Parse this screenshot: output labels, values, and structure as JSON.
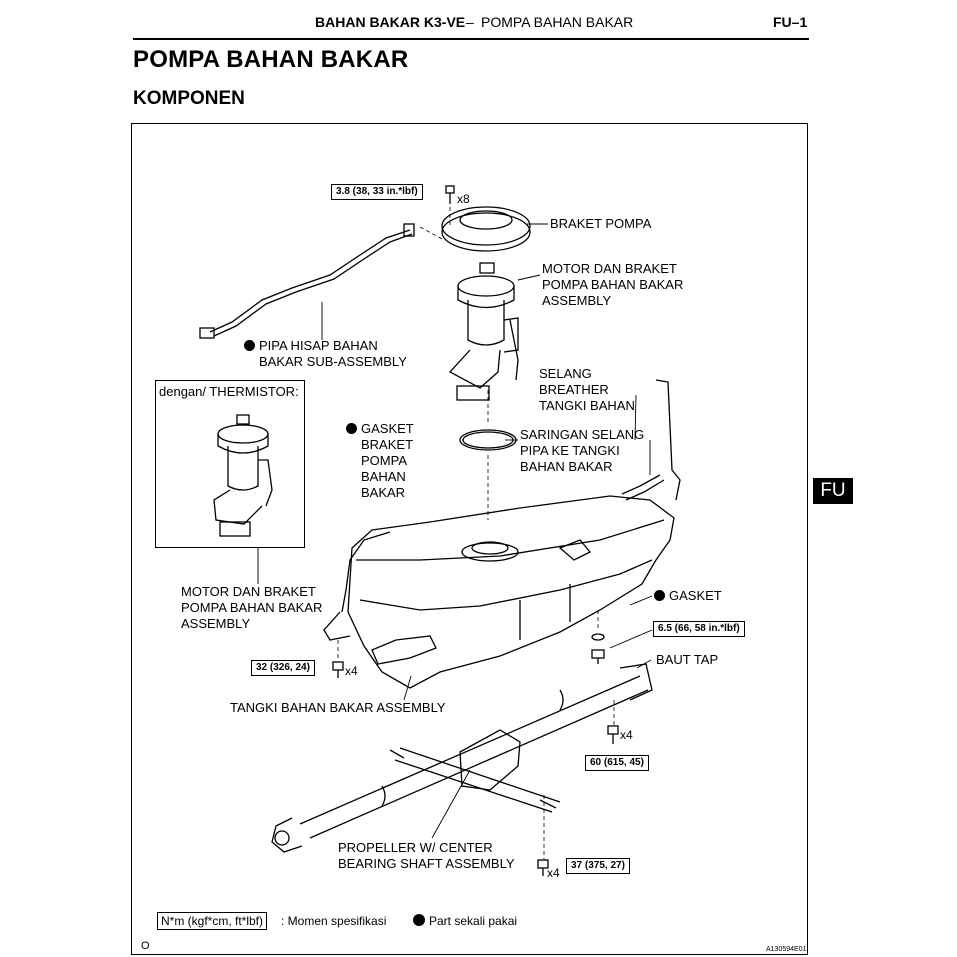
{
  "header": {
    "section": "BAHAN BAKAR K3-VE",
    "separator": "–",
    "topic": "POMPA BAHAN BAKAR",
    "page_code": "FU–1"
  },
  "title": "POMPA BAHAN BAKAR",
  "subtitle": "KOMPONEN",
  "side_tab": "FU",
  "labels": {
    "braket_pompa": "BRAKET POMPA",
    "motor_assembly": "MOTOR DAN BRAKET\nPOMPA BAHAN BAKAR\nASSEMBLY",
    "pipa_hisap": "PIPA HISAP BAHAN\nBAKAR SUB-ASSEMBLY",
    "selang_breather": "SELANG\nBREATHER\nTANGKI BAHAN",
    "saringan_selang": "SARINGAN SELANG\nPIPA KE TANGKI\nBAHAN BAKAR",
    "gasket_braket": "GASKET\nBRAKET\nPOMPA\nBAHAN\nBAKAR",
    "motor_assembly_inset": "MOTOR DAN BRAKET\nPOMPA BAHAN BAKAR\nASSEMBLY",
    "gasket": "GASKET",
    "baut_tap": "BAUT TAP",
    "tangki": "TANGKI BAHAN BAKAR ASSEMBLY",
    "propeller": "PROPELLER W/ CENTER\nBEARING SHAFT ASSEMBLY"
  },
  "inset_title": "dengan/ THERMISTOR:",
  "torques": {
    "t1": "3.8 (38, 33 in.*lbf)",
    "t2": "6.5 (66, 58 in.*lbf)",
    "t3": "32 (326, 24)",
    "t4": "60 (615, 45)",
    "t5": "37 (375, 27)"
  },
  "quantities": {
    "q_pump_bolts": "x8",
    "q_tank_bolts": "x4",
    "q_shaft_bolts": "x4",
    "q_bearing_bolts": "x4"
  },
  "legend": {
    "unit_box": "N*m (kgf*cm, ft*lbf)",
    "unit_text": ": Momen spesifikasi",
    "bullet_text": "Part sekali pakai"
  },
  "footer": {
    "left_mark": "O",
    "figure_id": "A130594E01"
  }
}
